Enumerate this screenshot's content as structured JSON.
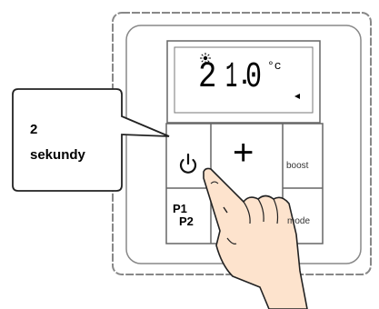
{
  "callout": {
    "line1": "2",
    "line2": "sekundy"
  },
  "display": {
    "digit_tens": "2",
    "digit_ones": "1",
    "digit_tenths": "0",
    "decimal_point": ".",
    "unit": "°c",
    "sun_icon": "sun-icon",
    "indicator_icon": "left-pointer-icon"
  },
  "buttons": {
    "power_icon": "power-icon",
    "plus_label": "+",
    "boost_label": "boost",
    "program_line1": "P1",
    "program_line2": "P2",
    "mode_label": "mode"
  },
  "colors": {
    "outline": "#555555",
    "hand_fill": "#fde3cd",
    "hand_stroke": "#222222",
    "callout_border": "#222222"
  }
}
